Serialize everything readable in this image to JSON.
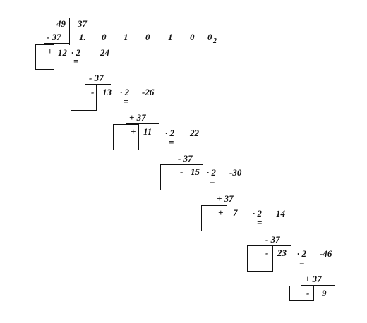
{
  "division": {
    "dividend": "49",
    "divisor": "37",
    "first_subtraction": "- 37",
    "quotient": {
      "digits": [
        "1.",
        "0",
        "1",
        "0",
        "1",
        "0",
        "0"
      ],
      "base_subscript": "2"
    }
  },
  "steps": [
    {
      "sign": "+",
      "remainder": "12",
      "times": "· 2",
      "product": "24",
      "equals": "=",
      "next_op": "- 37"
    },
    {
      "sign": "-",
      "remainder": "13",
      "times": "· 2",
      "product": "-26",
      "equals": "=",
      "next_op": "+ 37"
    },
    {
      "sign": "+",
      "remainder": "11",
      "times": "· 2",
      "product": "22",
      "equals": "=",
      "next_op": "- 37"
    },
    {
      "sign": "-",
      "remainder": "15",
      "times": "· 2",
      "product": "-30",
      "equals": "=",
      "next_op": "+ 37"
    },
    {
      "sign": "+",
      "remainder": "7",
      "times": "· 2",
      "product": "14",
      "equals": "=",
      "next_op": "- 37"
    },
    {
      "sign": "-",
      "remainder": "23",
      "times": "· 2",
      "product": "-46",
      "equals": "=",
      "next_op": "+ 37"
    }
  ],
  "final": {
    "sign": "-",
    "remainder": "9"
  }
}
